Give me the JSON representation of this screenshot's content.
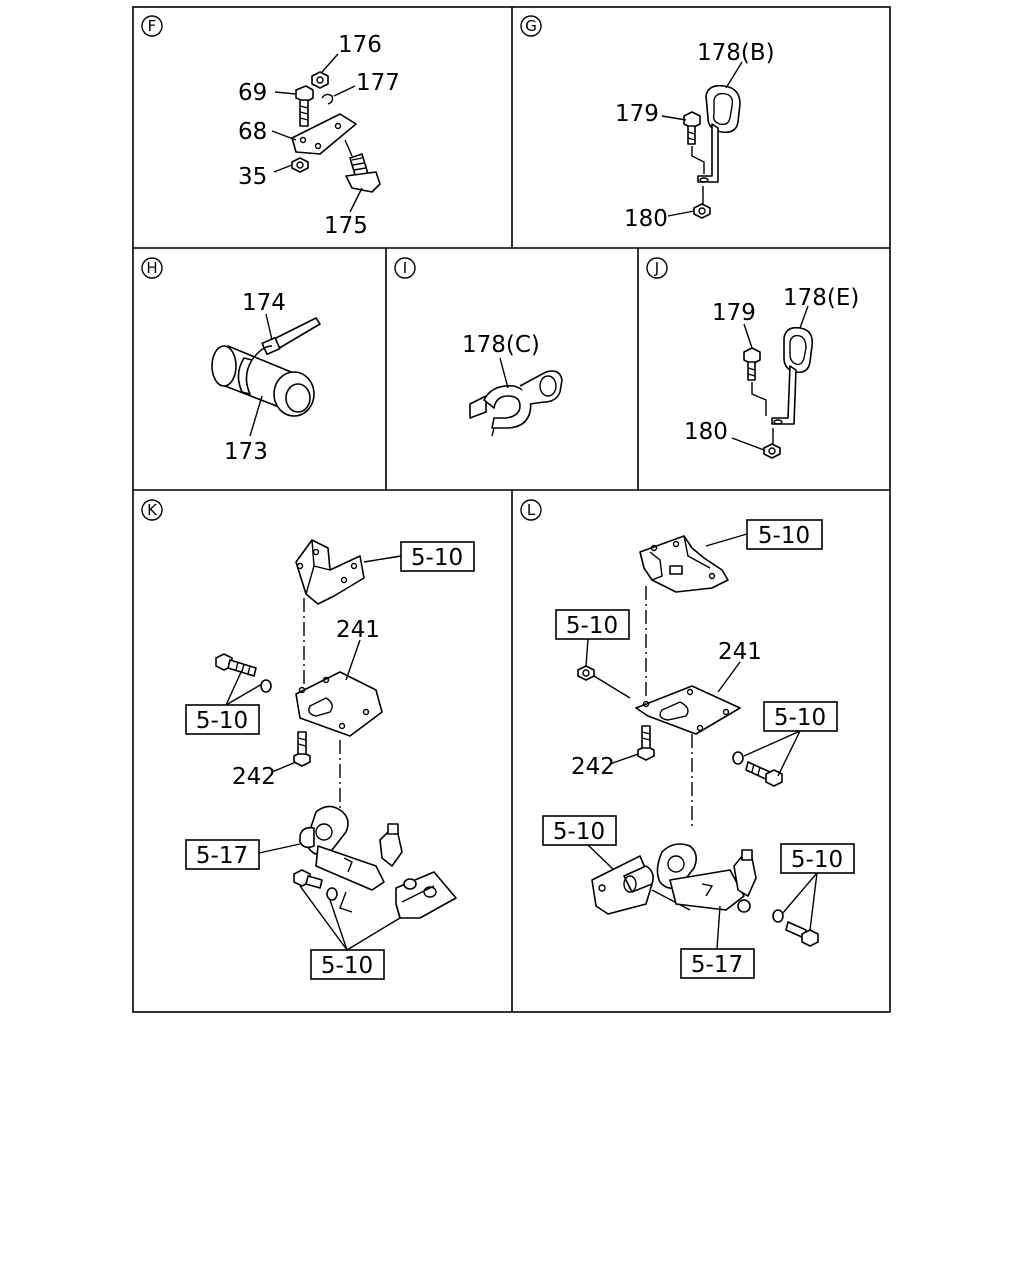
{
  "panels": {
    "F": {
      "letter": "F",
      "labels": {
        "p176": "176",
        "p177": "177",
        "p69": "69",
        "p68": "68",
        "p35": "35",
        "p175": "175"
      }
    },
    "G": {
      "letter": "G",
      "labels": {
        "p178b": "178(B)",
        "p179": "179",
        "p180": "180"
      }
    },
    "H": {
      "letter": "H",
      "labels": {
        "p174": "174",
        "p173": "173"
      }
    },
    "I": {
      "letter": "I",
      "labels": {
        "p178c": "178(C)"
      }
    },
    "J": {
      "letter": "J",
      "labels": {
        "p179": "179",
        "p178e": "178(E)",
        "p180": "180"
      }
    },
    "K": {
      "letter": "K",
      "labels": {
        "ref_top": "5-10",
        "p241": "241",
        "ref_left": "5-10",
        "p242": "242",
        "ref_517": "5-17",
        "ref_bottom": "5-10"
      }
    },
    "L": {
      "letter": "L",
      "labels": {
        "ref_top": "5-10",
        "ref_nut": "5-10",
        "p241": "241",
        "ref_right": "5-10",
        "p242": "242",
        "ref_left": "5-10",
        "ref_bottom_right": "5-10",
        "ref_517": "5-17"
      }
    }
  }
}
